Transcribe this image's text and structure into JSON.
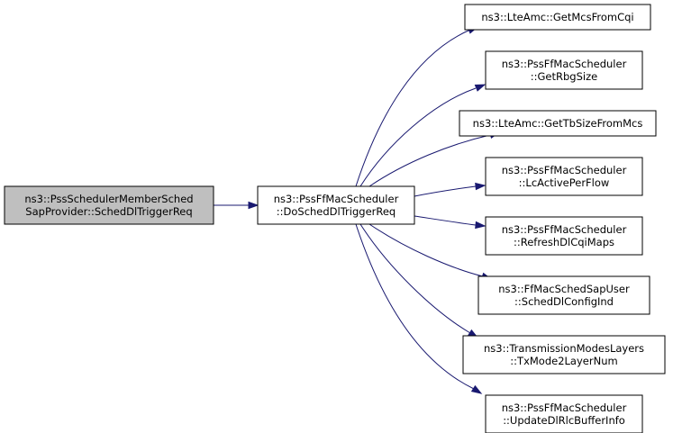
{
  "colors": {
    "highlight_fill": "#bfbfbf",
    "node_fill": "#ffffff",
    "node_stroke": "#000000",
    "edge": "#191970"
  },
  "nodes": [
    {
      "id": "caller",
      "highlighted": true,
      "lines": [
        "ns3::PssSchedulerMemberSched",
        "SapProvider::SchedDlTriggerReq"
      ]
    },
    {
      "id": "main",
      "lines": [
        "ns3::PssFfMacScheduler",
        "::DoSchedDlTriggerReq"
      ]
    },
    {
      "id": "getmcs",
      "lines": [
        "ns3::LteAmc::GetMcsFromCqi"
      ]
    },
    {
      "id": "getrbg",
      "lines": [
        "ns3::PssFfMacScheduler",
        "::GetRbgSize"
      ]
    },
    {
      "id": "gettb",
      "lines": [
        "ns3::LteAmc::GetTbSizeFromMcs"
      ]
    },
    {
      "id": "lcactive",
      "lines": [
        "ns3::PssFfMacScheduler",
        "::LcActivePerFlow"
      ]
    },
    {
      "id": "refresh",
      "lines": [
        "ns3::PssFfMacScheduler",
        "::RefreshDlCqiMaps"
      ]
    },
    {
      "id": "schedcfg",
      "lines": [
        "ns3::FfMacSchedSapUser",
        "::SchedDlConfigInd"
      ]
    },
    {
      "id": "txmode",
      "lines": [
        "ns3::TransmissionModesLayers",
        "::TxMode2LayerNum"
      ]
    },
    {
      "id": "updrlc",
      "lines": [
        "ns3::PssFfMacScheduler",
        "::UpdateDlRlcBufferInfo"
      ]
    }
  ],
  "edges": [
    {
      "from": "caller",
      "to": "main"
    },
    {
      "from": "main",
      "to": "getmcs"
    },
    {
      "from": "main",
      "to": "getrbg"
    },
    {
      "from": "main",
      "to": "gettb"
    },
    {
      "from": "main",
      "to": "lcactive"
    },
    {
      "from": "main",
      "to": "refresh"
    },
    {
      "from": "main",
      "to": "schedcfg"
    },
    {
      "from": "main",
      "to": "txmode"
    },
    {
      "from": "main",
      "to": "updrlc"
    }
  ]
}
